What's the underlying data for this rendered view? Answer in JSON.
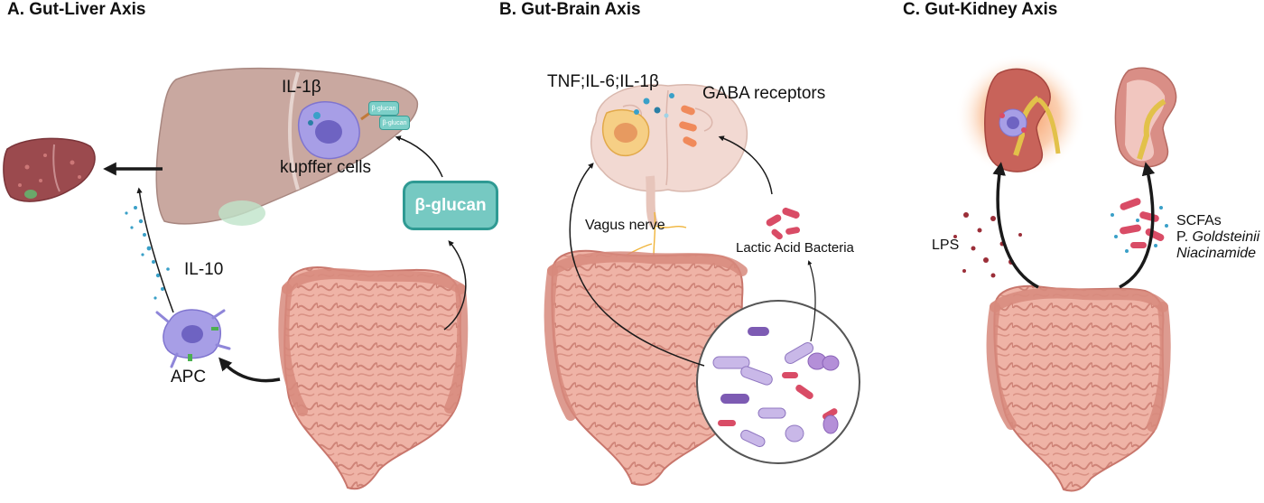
{
  "panels": {
    "a": {
      "title": "A. Gut-Liver Axis",
      "labels": {
        "il1b": "IL-1β",
        "kupffer": "kupffer cells",
        "glucan_box": "β-glucan",
        "glucan_chip": "β-glucan",
        "il10": "IL-10",
        "apc": "APC"
      }
    },
    "b": {
      "title": "B. Gut-Brain Axis",
      "labels": {
        "cytokines": "TNF;IL-6;IL-1β",
        "gaba": "GABA receptors",
        "vagus": "Vagus nerve",
        "lab": "Lactic Acid Bacteria"
      }
    },
    "c": {
      "title": "C. Gut-Kidney Axis",
      "labels": {
        "lps": "LPS",
        "scfas": "SCFAs",
        "p_prefix": "P.",
        "p_species": "Goldsteinii",
        "niacinamide": "Niacinamide"
      }
    }
  },
  "colors": {
    "liver": "#c9a8a0",
    "liver_diseased": "#9b4a4e",
    "intestine": "#e9a99c",
    "intestine_dark": "#c8766c",
    "glucan": "#76c9c2",
    "immune_cell": "#8f86d9",
    "brain": "#f2d9d2",
    "bacteria_purple": "#b7a2d8",
    "bacteria_red": "#d94c66",
    "kidney": "#c8635a",
    "inflammation_glow": "#f7a066",
    "arrow": "#1a1a1a",
    "dots_blue": "#3aa0c8"
  }
}
